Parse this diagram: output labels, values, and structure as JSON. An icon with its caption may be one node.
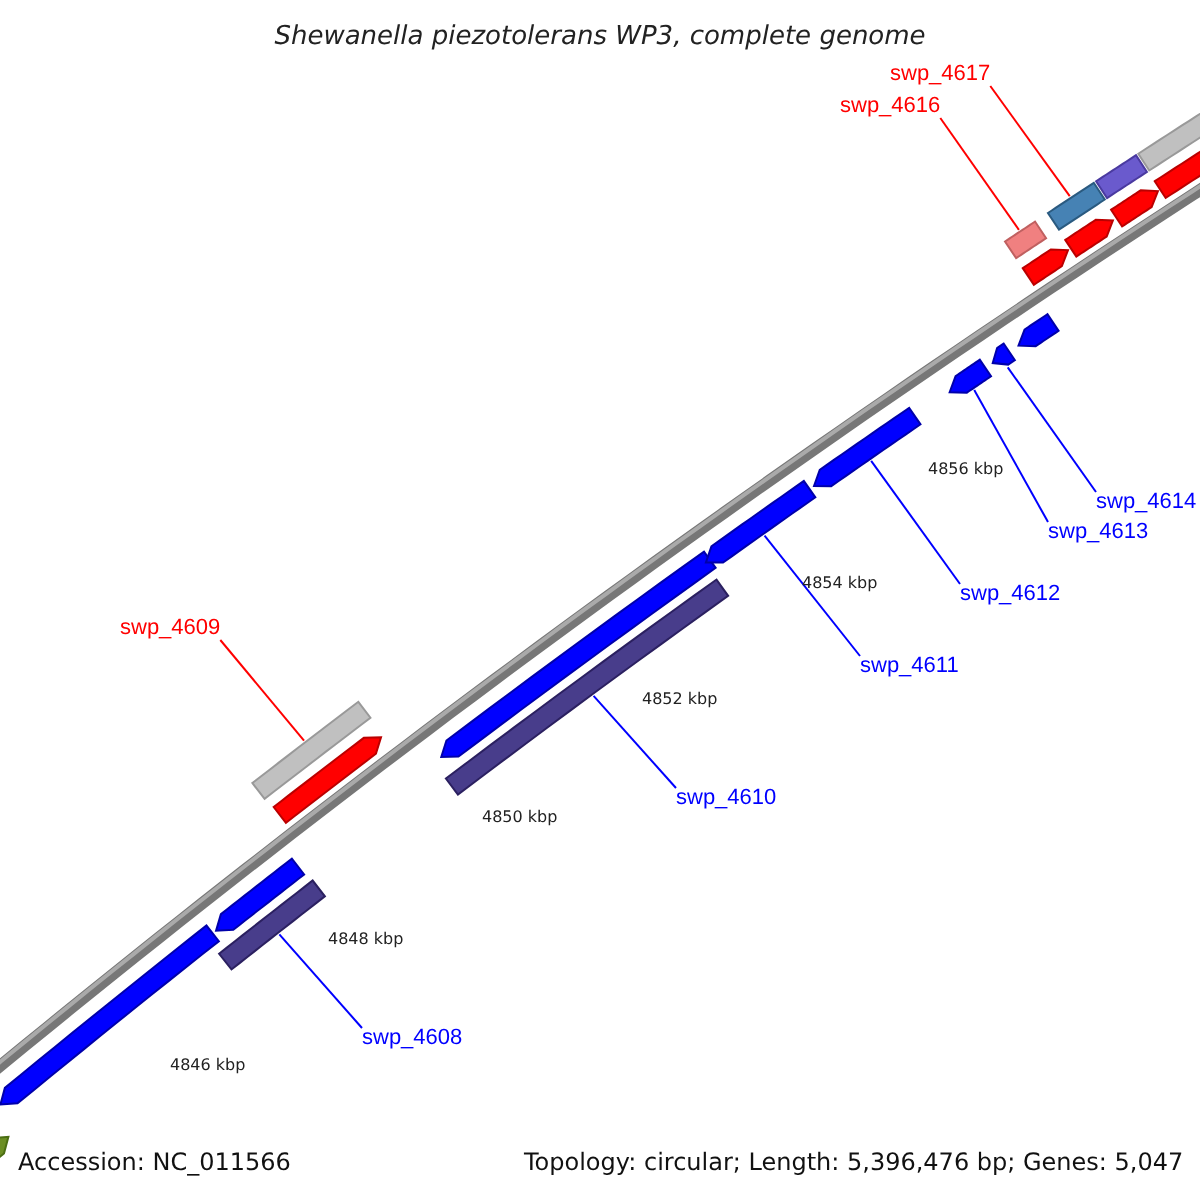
{
  "diagram": {
    "title": "Shewanella piezotolerans WP3, complete genome",
    "nodes": [
      {
        "text": [
          "swp_4617"
        ]
      },
      {
        "text": [
          "swp_4616"
        ]
      },
      {
        "text": [
          "swp_4614"
        ]
      },
      {
        "text": [
          "swp_4613"
        ]
      },
      {
        "text": [
          "swp_4612"
        ]
      },
      {
        "text": [
          "swp_4611"
        ]
      },
      {
        "text": [
          "swp_4609"
        ]
      },
      {
        "text": [
          "swp_4610"
        ]
      },
      {
        "text": [
          "swp_4608"
        ]
      },
      {
        "text": [],
        "shape": "bar"
      },
      {
        "text": [],
        "shape": "bar"
      },
      {
        "text": [],
        "shape": "bar"
      },
      {
        "text": [],
        "shape": "bar"
      },
      {
        "text": [],
        "shape": "bar"
      },
      {
        "text": [],
        "shape": "bar"
      },
      {
        "text": [],
        "shape": "bar"
      },
      {
        "text": [],
        "shape": "bar"
      },
      {
        "text": [],
        "shape": "bar"
      },
      {
        "text": [],
        "shape": "bar"
      },
      {
        "text": [],
        "shape": "bar"
      },
      {
        "text": [],
        "shape": "bar"
      },
      {
        "text": [],
        "shape": "bar"
      },
      {
        "text": [],
        "shape": "bar"
      },
      {
        "text": [],
        "shape": "bar"
      },
      {
        "text": [],
        "shape": "bar"
      },
      {
        "text": [],
        "shape": "bar"
      },
      {
        "text": [],
        "shape": "bar"
      },
      {
        "text": [],
        "shape": "bar"
      },
      {
        "text": [],
        "shape": "bar"
      },
      {
        "text": [],
        "shape": "bar"
      }
    ],
    "edges": [
      {
        "from": 0,
        "to": 24,
        "arrow": "none",
        "color": "#ff0000"
      },
      {
        "from": 1,
        "to": 21,
        "arrow": "none",
        "color": "#ff0000"
      },
      {
        "from": 2,
        "to": 20,
        "arrow": "none"
      },
      {
        "from": 3,
        "to": 19,
        "arrow": "none"
      },
      {
        "from": 4,
        "to": 18,
        "arrow": "none"
      },
      {
        "from": 5,
        "to": 17,
        "arrow": "none"
      },
      {
        "from": 6,
        "to": 13,
        "arrow": "none",
        "color": "#ff0000"
      },
      {
        "from": 7,
        "to": 16,
        "arrow": "none"
      },
      {
        "from": 8,
        "to": 12,
        "arrow": "none"
      }
    ],
    "labels": [
      "4856 kbp",
      "4854 kbp",
      "4852 kbp",
      "4850 kbp",
      "4848 kbp",
      "4846 kbp",
      "Accession: NC_011566",
      "Topology: circular; Length: 5,396,476 bp; Genes: 5,047"
    ]
  }
}
